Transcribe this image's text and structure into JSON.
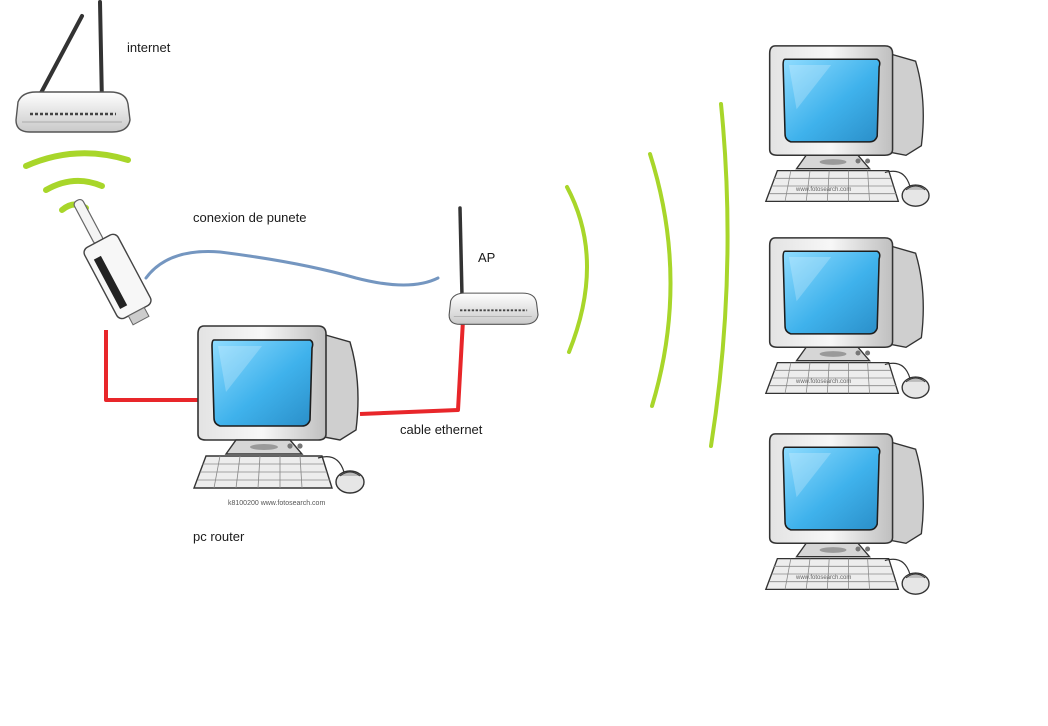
{
  "labels": {
    "internet": "internet",
    "bridge": "conexion de punete",
    "ap": "AP",
    "cable": "cable ethernet",
    "pc_router": "pc router"
  },
  "watermarks": {
    "main_pc": "k8100200 www.fotosearch.com",
    "client": "www.fotosearch.com"
  },
  "colors": {
    "wifi_green": "#a8d62a",
    "cable_red": "#e8262a",
    "bridge_blue": "#7496c0",
    "screen_blue": "#47b7ee",
    "device_white": "#f2f2f2",
    "antenna_black": "#333333"
  },
  "icons": [
    "router-icon",
    "usb-adapter-icon",
    "computer-icon",
    "access-point-icon"
  ]
}
